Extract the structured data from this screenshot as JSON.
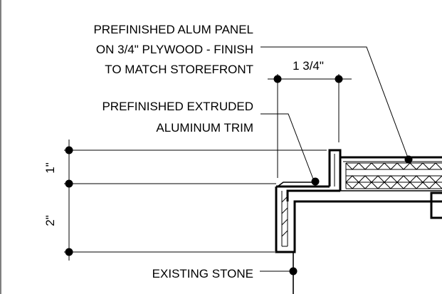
{
  "notes": {
    "panel": [
      "PREFINISHED ALUM PANEL",
      "ON 3/4\" PLYWOOD - FINISH",
      "TO MATCH STOREFRONT"
    ],
    "trim": [
      "PREFINISHED EXTRUDED",
      "ALUMINUM TRIM"
    ],
    "stone": "EXISTING STONE"
  },
  "dimensions": {
    "horizontal": "1 3/4\"",
    "vertical_top": "1\"",
    "vertical_bottom": "2\""
  }
}
